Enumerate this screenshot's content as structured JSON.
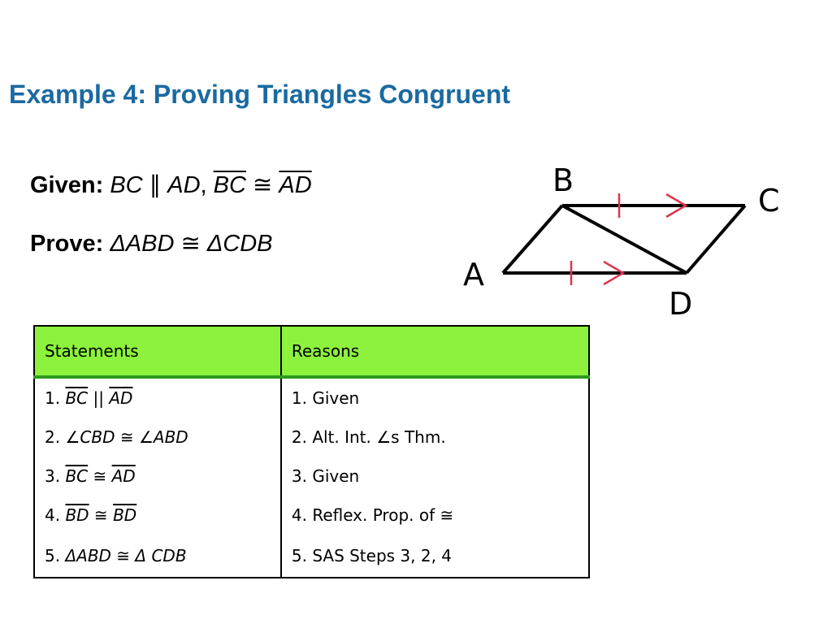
{
  "title": "Example 4: Proving Triangles Congruent",
  "given": {
    "label": "Given:",
    "seg1": "BC",
    "parallel": " ∥ ",
    "seg2": "AD",
    "comma": ", ",
    "seg3": "BC",
    "cong": " ≅ ",
    "seg4": "AD"
  },
  "prove": {
    "label": "Prove:",
    "tri1": "ΔABD",
    "cong": " ≅ ",
    "tri2": "ΔCDB"
  },
  "figure": {
    "labels": {
      "A": "A",
      "B": "B",
      "C": "C",
      "D": "D"
    },
    "line_color": "#000000",
    "mark_color": "#e0334b"
  },
  "table": {
    "headers": [
      "Statements",
      "Reasons"
    ],
    "header_color": "#8cf23d",
    "rows": [
      {
        "num": "1. ",
        "a": "BC",
        "mid": " || ",
        "b": "AD",
        "reason": "1. Given"
      },
      {
        "num": "2. ",
        "a": "∠CBD",
        "mid": " ≅ ",
        "b": "∠ABD",
        "reason": "2. Alt. Int. ∠s Thm."
      },
      {
        "num": "3. ",
        "a": "BC",
        "mid": " ≅ ",
        "b": "AD",
        "reason": "3. Given"
      },
      {
        "num": "4. ",
        "a": "BD",
        "mid": " ≅ ",
        "b": "BD",
        "reason": "4. Reflex. Prop. of ≅"
      },
      {
        "num": "5. ",
        "a": "ΔABD",
        "mid": " ≅ ",
        "b": "Δ CDB",
        "reason": "5. SAS Steps 3, 2, 4"
      }
    ]
  }
}
